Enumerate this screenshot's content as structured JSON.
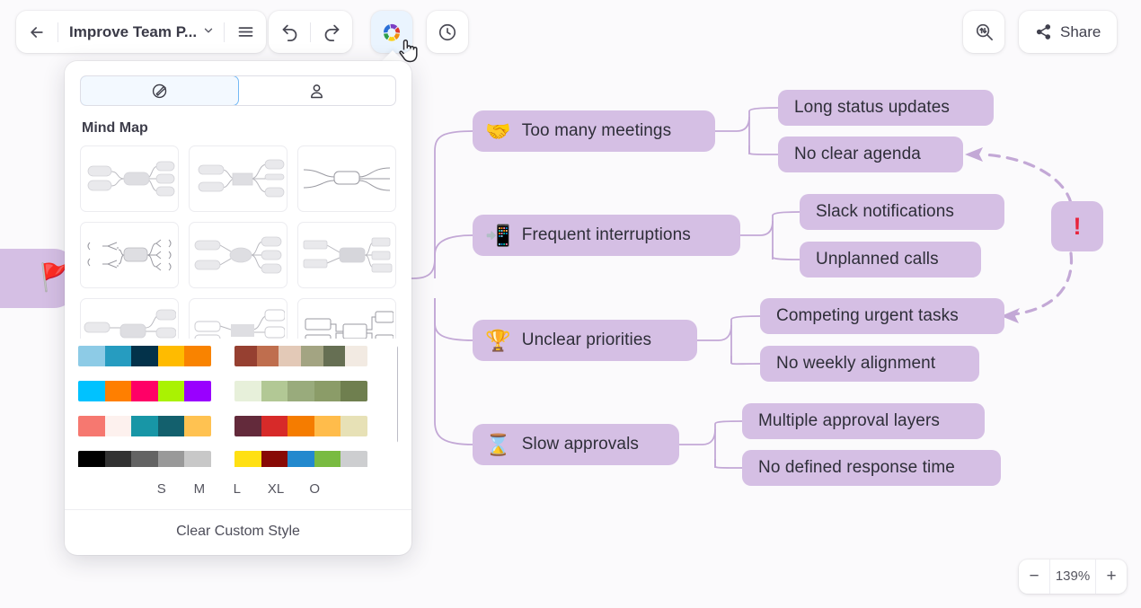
{
  "toolbar": {
    "back_icon": "arrow-left-icon",
    "doc_title": "Improve Team P...",
    "title_chevron": "chevron-down-icon",
    "menu_icon": "hamburger-menu-icon",
    "undo_icon": "undo-arrow-icon",
    "redo_icon": "redo-arrow-icon",
    "palette_icon": "color-palette-icon",
    "history_icon": "clock-history-icon",
    "fit_icon": "zoom-fit-icon",
    "share_icon": "share-icon",
    "share_label": "Share"
  },
  "zoom_control": {
    "minus_label": "−",
    "value": "139%",
    "plus_label": "+"
  },
  "panel": {
    "tabs": [
      {
        "name": "style-tab",
        "icon": "paint-brush-icon",
        "active": true
      },
      {
        "name": "profile-tab",
        "icon": "person-icon",
        "active": false
      }
    ],
    "section_title": "Mind Map",
    "templates": [
      {
        "id": "tpl-1"
      },
      {
        "id": "tpl-2"
      },
      {
        "id": "tpl-3"
      },
      {
        "id": "tpl-4"
      },
      {
        "id": "tpl-5"
      },
      {
        "id": "tpl-6"
      },
      {
        "id": "tpl-7"
      },
      {
        "id": "tpl-8"
      },
      {
        "id": "tpl-9"
      }
    ],
    "palettes": [
      {
        "id": "pal-1",
        "colors": [
          "#8dcbe6",
          "#269cc0",
          "#03324a",
          "#ffbb00",
          "#f98300"
        ]
      },
      {
        "id": "pal-2",
        "colors": [
          "#964031",
          "#bf6e4e",
          "#e3c9b7",
          "#a3a482",
          "#666f53",
          "#f2eae2"
        ]
      },
      {
        "id": "pal-3",
        "colors": [
          "#00c2ff",
          "#ff7f00",
          "#ff0066",
          "#aaf202",
          "#9900ff"
        ]
      },
      {
        "id": "pal-4",
        "colors": [
          "#e7f0da",
          "#b2c895",
          "#99ab7c",
          "#8b9c68",
          "#6f7f4f"
        ]
      },
      {
        "id": "pal-5",
        "colors": [
          "#f67870",
          "#fdf1ee",
          "#1896a6",
          "#13606d",
          "#ffc251"
        ]
      },
      {
        "id": "pal-6",
        "colors": [
          "#632a3b",
          "#d72a29",
          "#f57c00",
          "#ffbc4b",
          "#e7e1b6"
        ]
      },
      {
        "id": "pal-7",
        "colors": [
          "#000000",
          "#323232",
          "#636363",
          "#999999",
          "#c8c8c8"
        ]
      },
      {
        "id": "pal-8",
        "colors": [
          "#ffe013",
          "#880a06",
          "#2389ce",
          "#79bb41",
          "#cdced0"
        ]
      }
    ],
    "sizes": [
      "S",
      "M",
      "L",
      "XL",
      "O"
    ],
    "clear_label": "Clear Custom Style"
  },
  "mindmap": {
    "root": {
      "emoji": "🚩",
      "label": ""
    },
    "branches": [
      {
        "emoji": "🤝",
        "label": "Too many meetings"
      },
      {
        "emoji": "📲",
        "label": "Frequent interruptions"
      },
      {
        "emoji": "🏆",
        "label": "Unclear priorities"
      },
      {
        "emoji": "⌛",
        "label": "Slow approvals"
      }
    ],
    "leaves": [
      "Long status updates",
      "No clear agenda",
      "Slack notifications",
      "Unplanned calls",
      "Competing urgent tasks",
      "No weekly alignment",
      "Multiple approval layers",
      "No defined response time"
    ],
    "alert_node": {
      "label": "!"
    },
    "node_color": "#d5bfe4",
    "connector_color": "#c3a8d6"
  }
}
